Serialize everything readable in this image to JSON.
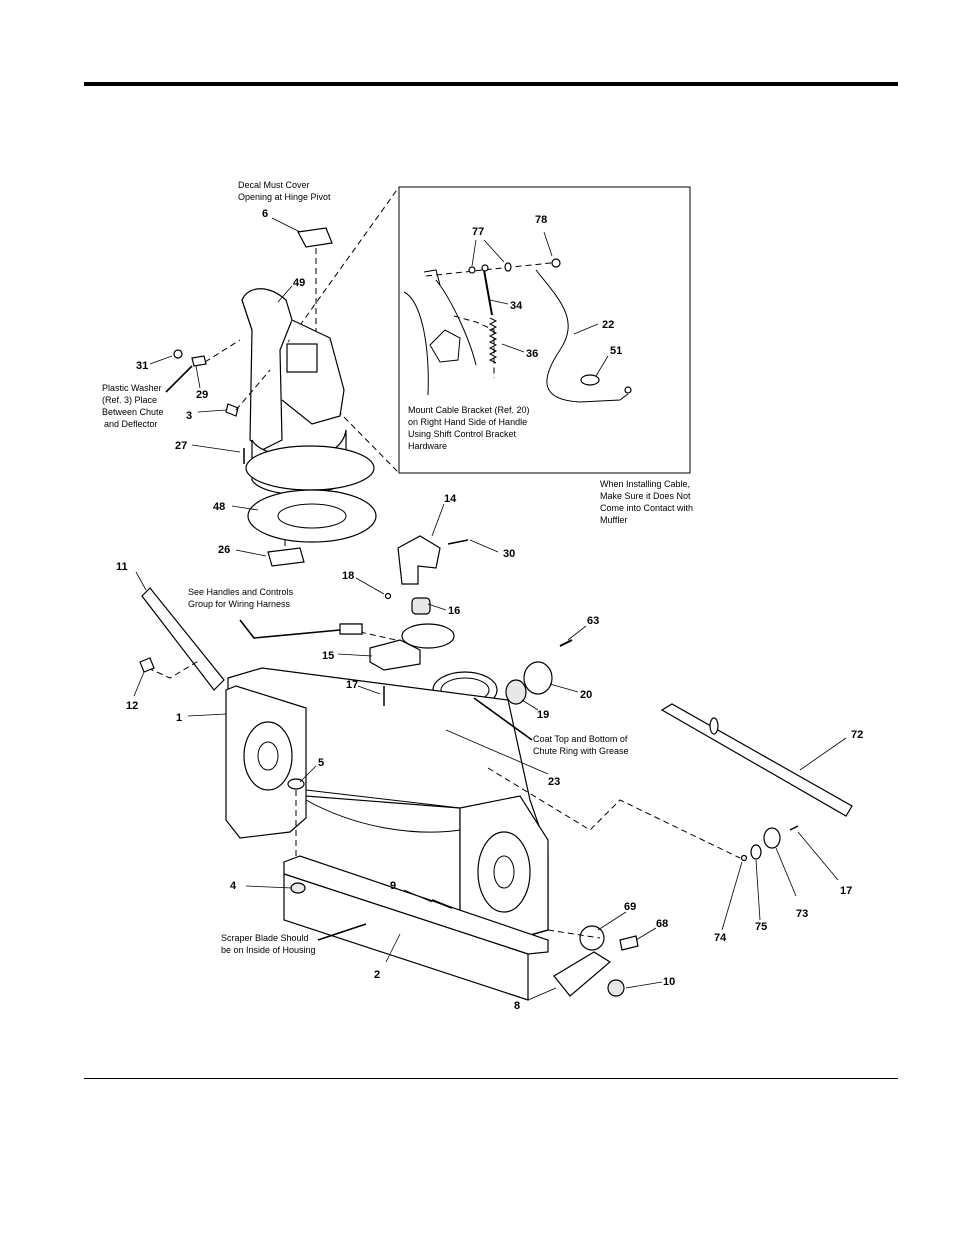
{
  "notes": {
    "decal": [
      "Decal Must Cover",
      "Opening at Hinge Pivot"
    ],
    "plastic_washer": [
      "Plastic Washer",
      "(Ref. 3) Place",
      "Between Chute",
      "and Deflector"
    ],
    "mount_cable": [
      "Mount Cable Bracket (Ref. 20)",
      "on Right Hand Side of Handle",
      "Using Shift Control Bracket",
      "Hardware"
    ],
    "installing_cable": [
      "When Installing Cable,",
      "Make Sure it Does Not",
      "Come into Contact with",
      "Muffler"
    ],
    "wiring_harness": [
      "See Handles and Controls",
      "Group for Wiring Harness"
    ],
    "coat_chute": [
      "Coat Top and Bottom of",
      "Chute Ring with Grease"
    ],
    "scraper_blade": [
      "Scraper Blade Should",
      "be on Inside of Housing"
    ]
  },
  "callouts": [
    {
      "id": "c6",
      "label": "6"
    },
    {
      "id": "c49",
      "label": "49"
    },
    {
      "id": "c31",
      "label": "31"
    },
    {
      "id": "c29",
      "label": "29"
    },
    {
      "id": "c3",
      "label": "3"
    },
    {
      "id": "c27",
      "label": "27"
    },
    {
      "id": "c48",
      "label": "48"
    },
    {
      "id": "c26",
      "label": "26"
    },
    {
      "id": "c11",
      "label": "11"
    },
    {
      "id": "c12",
      "label": "12"
    },
    {
      "id": "c1",
      "label": "1"
    },
    {
      "id": "c5",
      "label": "5"
    },
    {
      "id": "c4",
      "label": "4"
    },
    {
      "id": "c9",
      "label": "9"
    },
    {
      "id": "c2",
      "label": "2"
    },
    {
      "id": "c8",
      "label": "8"
    },
    {
      "id": "c10",
      "label": "10"
    },
    {
      "id": "c69",
      "label": "69"
    },
    {
      "id": "c68",
      "label": "68"
    },
    {
      "id": "c14",
      "label": "14"
    },
    {
      "id": "c30",
      "label": "30"
    },
    {
      "id": "c18",
      "label": "18"
    },
    {
      "id": "c16",
      "label": "16"
    },
    {
      "id": "c15",
      "label": "15"
    },
    {
      "id": "c17a",
      "label": "17"
    },
    {
      "id": "c63",
      "label": "63"
    },
    {
      "id": "c20",
      "label": "20"
    },
    {
      "id": "c19",
      "label": "19"
    },
    {
      "id": "c23",
      "label": "23"
    },
    {
      "id": "c72",
      "label": "72"
    },
    {
      "id": "c17b",
      "label": "17"
    },
    {
      "id": "c73",
      "label": "73"
    },
    {
      "id": "c75",
      "label": "75"
    },
    {
      "id": "c74",
      "label": "74"
    },
    {
      "id": "c77",
      "label": "77"
    },
    {
      "id": "c78",
      "label": "78"
    },
    {
      "id": "c34",
      "label": "34"
    },
    {
      "id": "c36",
      "label": "36"
    },
    {
      "id": "c22",
      "label": "22"
    },
    {
      "id": "c51",
      "label": "51"
    }
  ]
}
